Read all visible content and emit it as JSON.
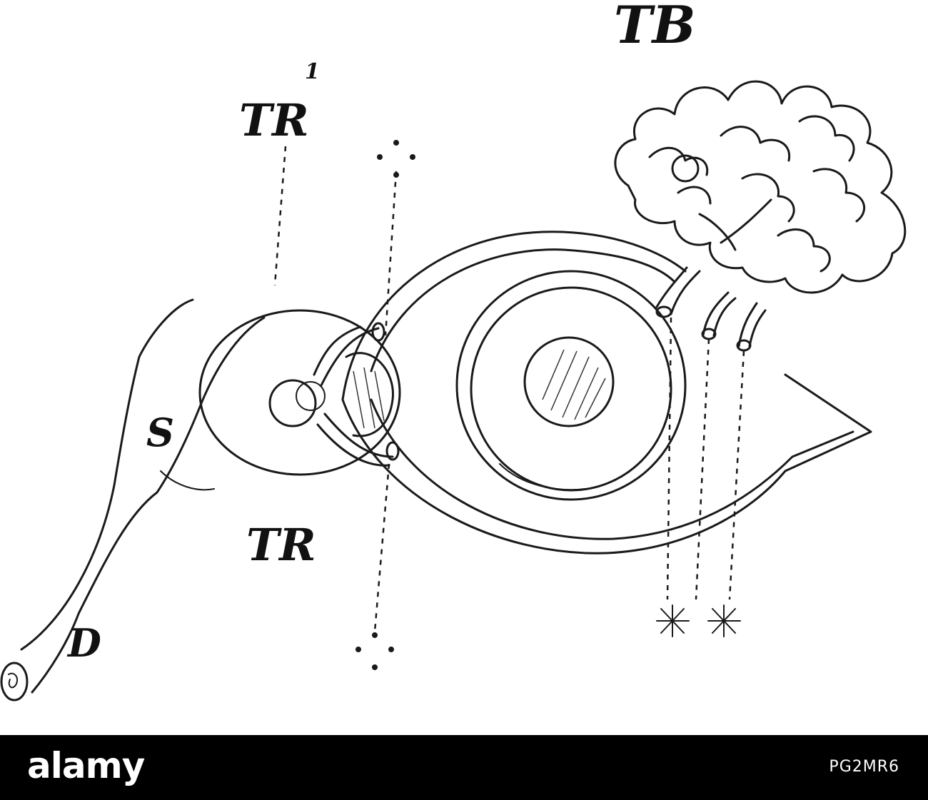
{
  "figure": {
    "labels": {
      "tb": "TB",
      "tr1": "TR",
      "tr1_sup": "1",
      "tr": "TR",
      "s": "S",
      "d": "D"
    }
  },
  "footer": {
    "brand": "alamy",
    "image_id": "PG2MR6"
  },
  "colors": {
    "ink": "#1a1a1a",
    "footer_bg": "#000000",
    "footer_text": "#ffffff"
  }
}
